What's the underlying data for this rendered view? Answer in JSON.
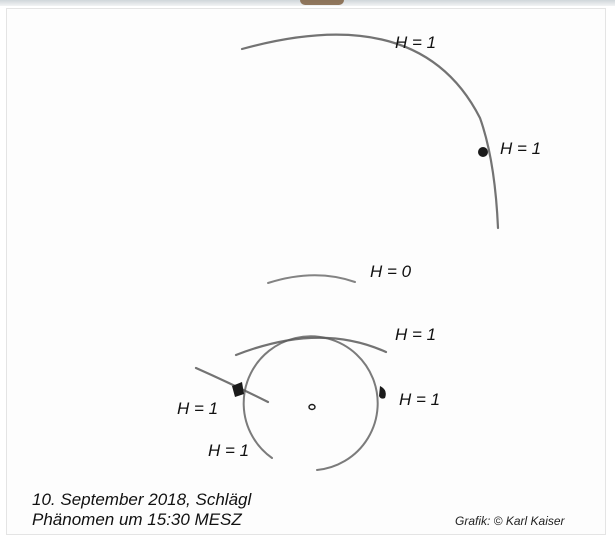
{
  "labels": {
    "upper_arc_top": "H = 1",
    "upper_arc_spot": "H = 1",
    "middle_arc": "H = 0",
    "tangent_arc": "H = 1",
    "left_parhelion": "H = 1",
    "right_parhelion": "H = 1",
    "halo_lower_left": "H = 1"
  },
  "caption": {
    "line1": "10. September 2018, Schlägl",
    "line2": "Phänomen um 15:30 MESZ"
  },
  "credit": "Grafik: © Karl Kaiser",
  "colors": {
    "pencil": "#5a5a5a",
    "spot": "#1a1a1a",
    "text": "#111111"
  }
}
